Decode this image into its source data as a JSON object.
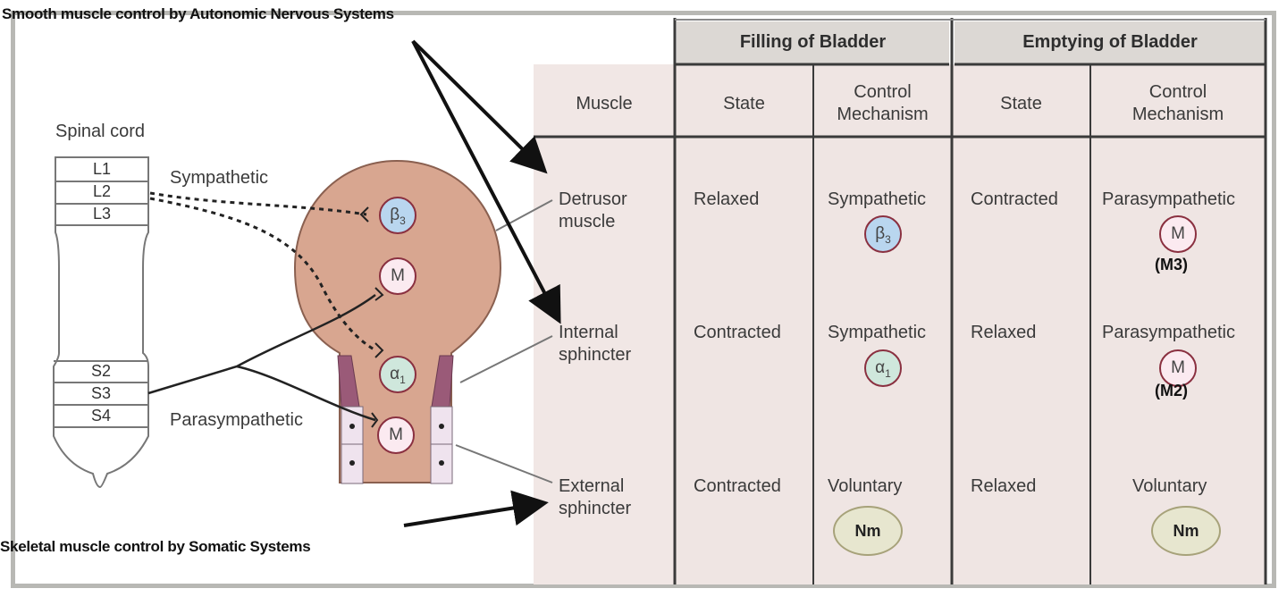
{
  "annotations": {
    "top": "Smooth muscle control by Autonomic Nervous Systems",
    "bottom": "Skeletal muscle control by Somatic Systems"
  },
  "diagram": {
    "spinal_cord_label": "Spinal cord",
    "segments": [
      "L1",
      "L2",
      "L3",
      "S2",
      "S3",
      "S4"
    ],
    "sympathetic_label": "Sympathetic",
    "parasympathetic_label": "Parasympathetic",
    "receptors": {
      "beta": "β",
      "beta_sub": "3",
      "alpha": "α",
      "alpha_sub": "1",
      "m": "M"
    },
    "parts": {
      "detrusor": [
        "Detrusor",
        "muscle"
      ],
      "internal": [
        "Internal",
        "sphincter"
      ],
      "external": [
        "External",
        "sphincter"
      ]
    }
  },
  "table": {
    "group_headers": [
      "Filling of Bladder",
      "Emptying of Bladder"
    ],
    "col_muscle": "Muscle",
    "col_state": "State",
    "col_control": [
      "Control",
      "Mechanism"
    ],
    "rows": [
      {
        "fill_state": "Relaxed",
        "fill_ctrl": "Sympathetic",
        "fill_rec": "β",
        "fill_rec_sub": "3",
        "empty_state": "Contracted",
        "empty_ctrl": "Parasympathetic",
        "empty_rec": "M",
        "empty_note": "(M3)"
      },
      {
        "fill_state": "Contracted",
        "fill_ctrl": "Sympathetic",
        "fill_rec": "α",
        "fill_rec_sub": "1",
        "empty_state": "Relaxed",
        "empty_ctrl": "Parasympathetic",
        "empty_rec": "M",
        "empty_note": "(M2)"
      },
      {
        "fill_state": "Contracted",
        "fill_ctrl": "Voluntary",
        "fill_rec": "Nm",
        "empty_state": "Relaxed",
        "empty_ctrl": "Voluntary",
        "empty_rec": "Nm"
      }
    ]
  },
  "colors": {
    "bladder": "#d8a690",
    "beta_receptor": "#b9d6ef",
    "alpha_receptor": "#cfe7dc",
    "m_receptor": "#fbeaf0",
    "nm_receptor": "#e7e6cf",
    "table_bg": "#f1e7e5",
    "header_bg": "#dcd8d4"
  }
}
